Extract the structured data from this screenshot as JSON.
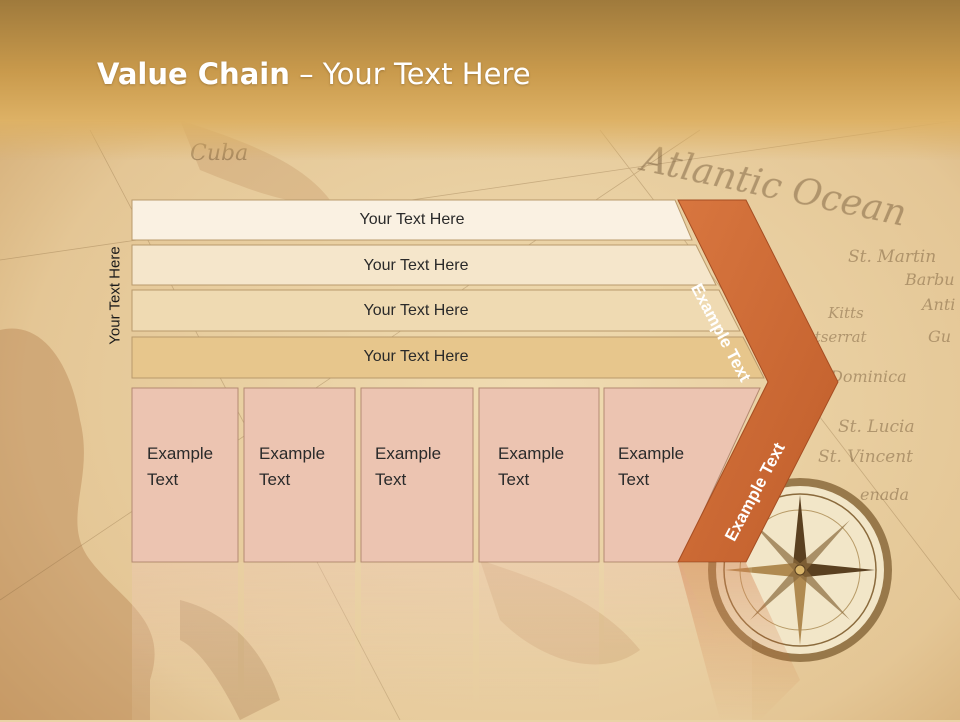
{
  "slide": {
    "title_bold": "Value Chain",
    "title_rest": " – Your Text Here"
  },
  "side_label": "Your Text Here",
  "rows": [
    {
      "label": "Your Text Here"
    },
    {
      "label": "Your Text Here"
    },
    {
      "label": "Your Text Here"
    },
    {
      "label": "Your Text Here"
    }
  ],
  "columns": [
    {
      "label": "Example\nText"
    },
    {
      "label": "Example\nText"
    },
    {
      "label": "Example\nText"
    },
    {
      "label": "Example\nText"
    },
    {
      "label": "Example\nText"
    }
  ],
  "chevron": {
    "upper_label": "Example Text",
    "lower_label": "Example Text"
  },
  "background_map_text": [
    "Cuba",
    "Atlantic Ocean",
    "St. Martin",
    "Barbu",
    "Anti",
    "Kitts",
    "ntserrat",
    "Gu",
    "Dominica",
    "St. Lucia",
    "St. Vincent",
    "enada"
  ],
  "colors": {
    "row_fills": [
      "#faf1e2",
      "#f5e6cb",
      "#efdab2",
      "#e7c68c"
    ],
    "column_fill": "#ecc4b1",
    "chevron_fill": "#cc6a35",
    "title_band": "#c99a4c"
  }
}
